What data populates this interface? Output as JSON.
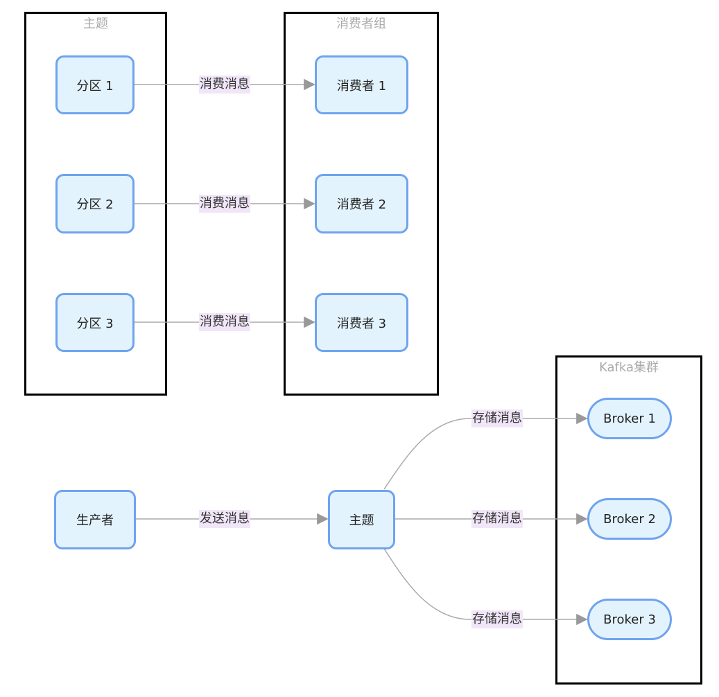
{
  "clusters": {
    "topic_title": "主题",
    "consumer_group_title": "消费者组",
    "kafka_title": "Kafka集群"
  },
  "nodes": {
    "partition1": "分区 1",
    "partition2": "分区 2",
    "partition3": "分区 3",
    "consumer1": "消费者 1",
    "consumer2": "消费者 2",
    "consumer3": "消费者 3",
    "producer": "生产者",
    "topic": "主题",
    "broker1": "Broker 1",
    "broker2": "Broker 2",
    "broker3": "Broker 3"
  },
  "edges": {
    "consume1": "消费消息",
    "consume2": "消费消息",
    "consume3": "消费消息",
    "send": "发送消息",
    "store1": "存储消息",
    "store2": "存储消息",
    "store3": "存储消息"
  },
  "colors": {
    "node_fill": "#e3f3fd",
    "node_stroke": "#6fa3ef",
    "edge_label_bg": "#f1e6f8",
    "edge_line": "#aaaaaa",
    "cluster_title": "#aaaaaa"
  }
}
